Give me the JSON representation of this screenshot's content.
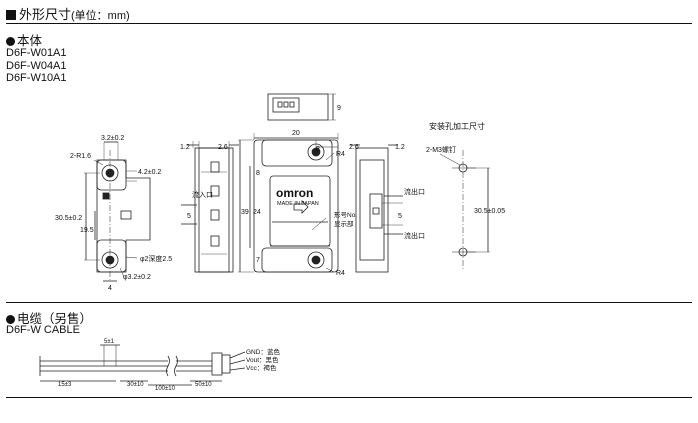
{
  "header": {
    "title": "外形尺寸",
    "unit": "(单位：mm)"
  },
  "body_section": {
    "title": "本体",
    "models": [
      "D6F-W01A1",
      "D6F-W04A1",
      "D6F-W10A1"
    ]
  },
  "cable_section": {
    "title": "电缆（另售）",
    "model": "D6F-W CABLE"
  },
  "labels": {
    "mounting_title": "安装孔加工尺寸",
    "m3_screw": "2-M3螺钉",
    "inlet": "流入口",
    "outlet_top": "流出口",
    "outlet_bottom": "流出口",
    "model_display_1": "形号No.",
    "model_display_2": "显示部",
    "brand": "omron",
    "made_in": "MADE IN JAPAN",
    "gnd": "GND：蓝色",
    "vout": "Vout：黑色",
    "vcc": "Vcc：褐色"
  },
  "dims": {
    "d_3_2": "3.2±0.2",
    "d_2r16": "2-R1.6",
    "d_4_2": "4.2±0.2",
    "d_30_5": "30.5±0.2",
    "d_19_5": "19.5",
    "d_phi2": "φ2深度2.5",
    "d_phi3": "φ3.2±0.2",
    "d_4": "4",
    "d_1_2a": "1.2",
    "d_2_6a": "2.6",
    "d_5a": "5",
    "d_39": "39",
    "d_24": "24",
    "d_8": "8",
    "d_7": "7",
    "d_20": "20",
    "d_8b": "8",
    "d_r4a": "R4",
    "d_r4b": "R4",
    "d_9": "9",
    "d_2_6b": "2.6",
    "d_1_2b": "1.2",
    "d_5b": "5",
    "d_30_5b": "30.5±0.05",
    "c_5": "5±1",
    "c_15": "15±3",
    "c_30": "30±10",
    "c_100": "100±10",
    "c_50": "50±10"
  }
}
